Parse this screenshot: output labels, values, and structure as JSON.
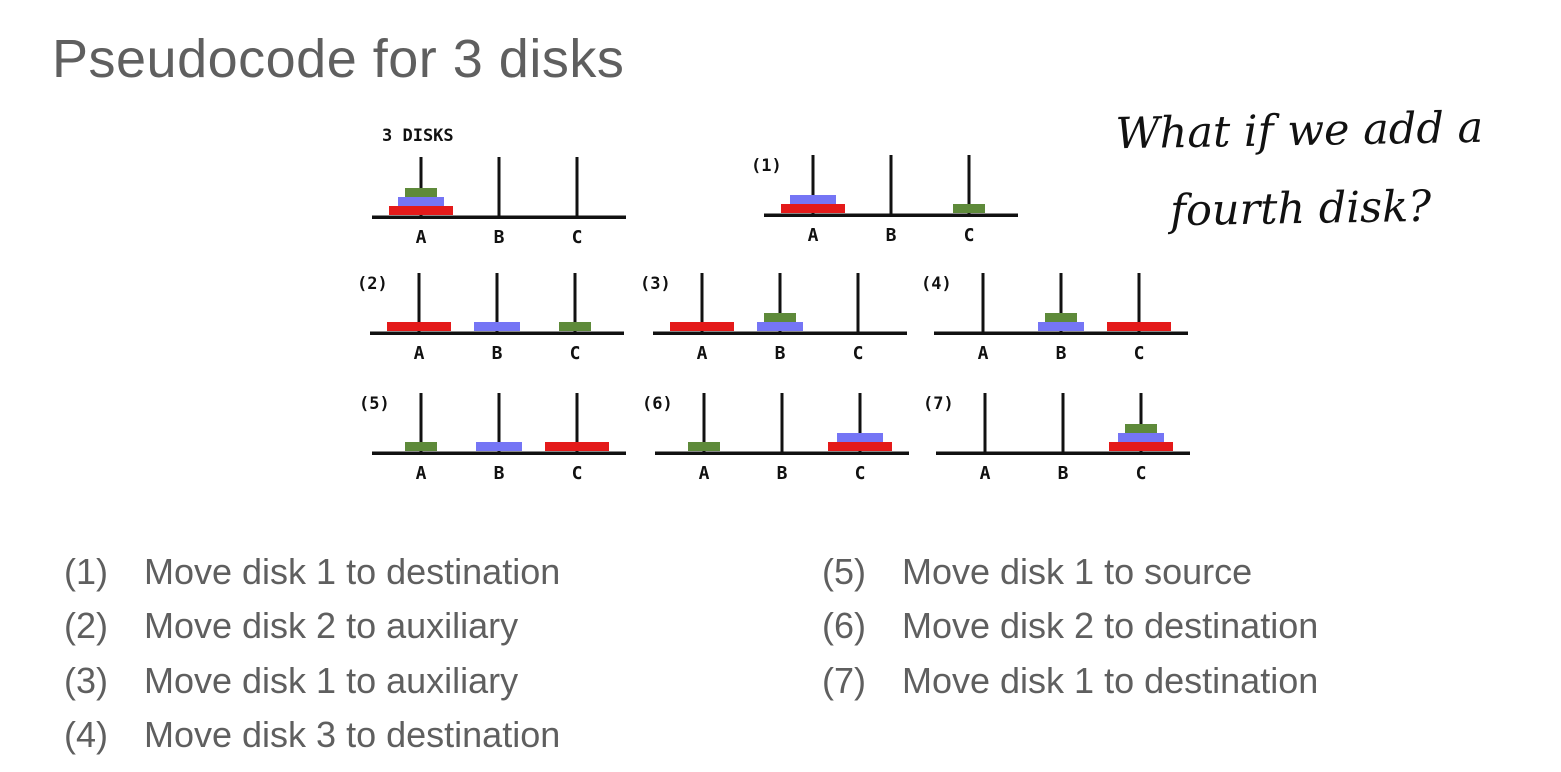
{
  "title": "Pseudocode for 3 disks",
  "callout": {
    "line1": "What if we add a",
    "line2": "fourth disk?"
  },
  "diagram": {
    "caption": "3 DISKS",
    "peg_labels": [
      "A",
      "B",
      "C"
    ],
    "disk_colors": {
      "1": "#5e8a3a",
      "2": "#7575f5",
      "3": "#e41a1a"
    },
    "stroke_color": "#111111",
    "states": [
      {
        "label": "",
        "pegs": [
          [
            3,
            2,
            1
          ],
          [],
          []
        ]
      },
      {
        "label": "(1)",
        "pegs": [
          [
            3,
            2
          ],
          [],
          [
            1
          ]
        ]
      },
      {
        "label": "(2)",
        "pegs": [
          [
            3
          ],
          [
            2
          ],
          [
            1
          ]
        ]
      },
      {
        "label": "(3)",
        "pegs": [
          [
            3
          ],
          [
            2,
            1
          ],
          []
        ]
      },
      {
        "label": "(4)",
        "pegs": [
          [],
          [
            2,
            1
          ],
          [
            3
          ]
        ]
      },
      {
        "label": "(5)",
        "pegs": [
          [
            1
          ],
          [
            2
          ],
          [
            3
          ]
        ]
      },
      {
        "label": "(6)",
        "pegs": [
          [
            1
          ],
          [],
          [
            3,
            2
          ]
        ]
      },
      {
        "label": "(7)",
        "pegs": [
          [],
          [],
          [
            3,
            2,
            1
          ]
        ]
      }
    ]
  },
  "steps_left": [
    {
      "num": "(1)",
      "text": "Move disk 1 to destination"
    },
    {
      "num": "(2)",
      "text": "Move disk 2 to auxiliary"
    },
    {
      "num": "(3)",
      "text": "Move disk 1 to auxiliary"
    },
    {
      "num": "(4)",
      "text": "Move disk 3 to destination"
    }
  ],
  "steps_right": [
    {
      "num": "(5)",
      "text": "Move disk 1 to source"
    },
    {
      "num": "(6)",
      "text": "Move disk 2 to destination"
    },
    {
      "num": "(7)",
      "text": "Move disk 1 to destination"
    }
  ]
}
